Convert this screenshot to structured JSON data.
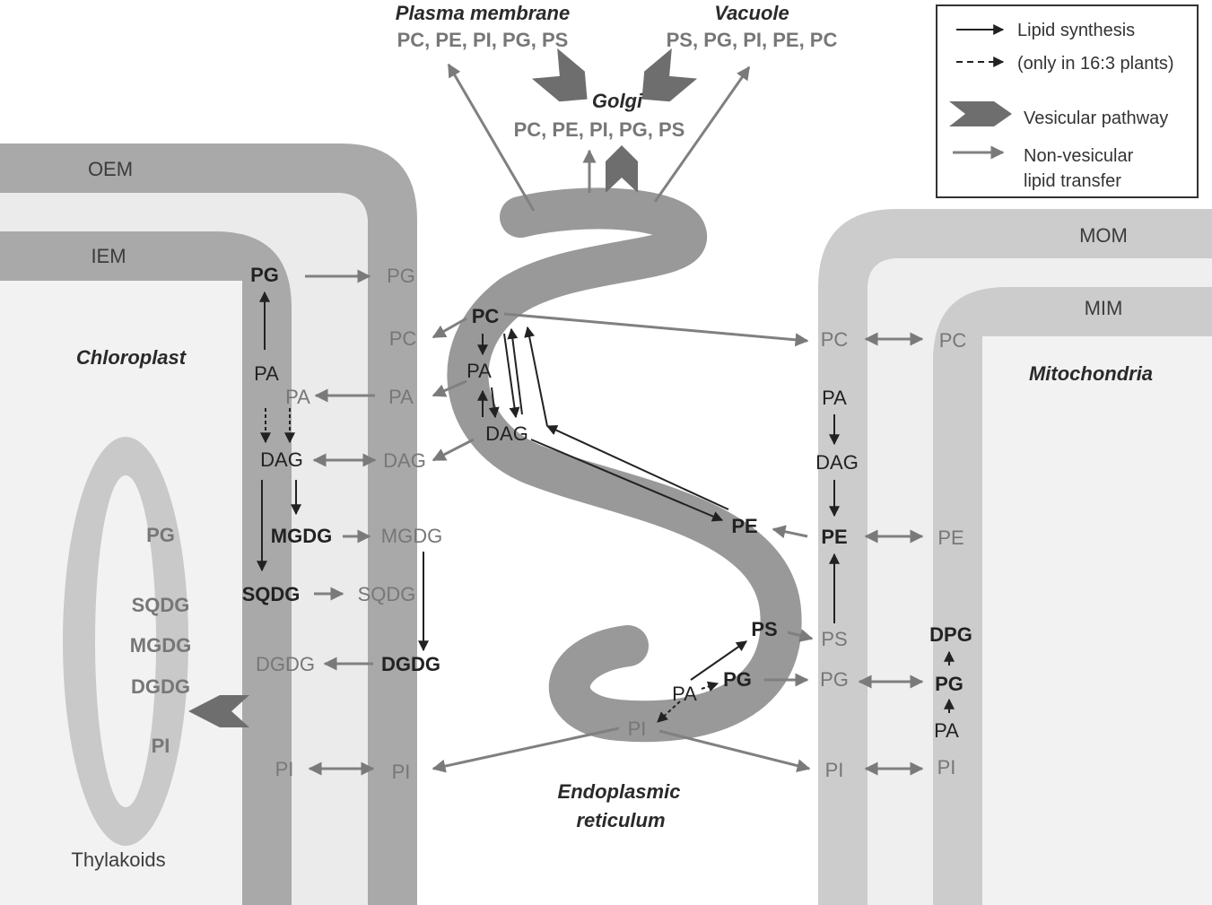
{
  "colors": {
    "membrane_dark": "#a9a9a9",
    "membrane_light": "#c9c9c9",
    "er_membrane": "#999999",
    "compartment_fill": "#f2f2f2",
    "synthesis_arrow": "#222222",
    "transfer_arrow": "#808080",
    "vesicle": "#6e6e6e"
  },
  "compartments": {
    "plasma_membrane": {
      "title": "Plasma membrane",
      "lipids": "PC, PE, PI, PG, PS"
    },
    "vacuole": {
      "title": "Vacuole",
      "lipids": "PS, PG, PI, PE, PC"
    },
    "golgi": {
      "title": "Golgi",
      "lipids": "PC, PE, PI, PG, PS"
    },
    "chloroplast": {
      "title": "Chloroplast",
      "outer_membrane": "OEM",
      "inner_membrane": "IEM",
      "thylakoids": "Thylakoids"
    },
    "er": {
      "line1": "Endoplasmic",
      "line2": "reticulum"
    },
    "mitochondria": {
      "title": "Mitochondria",
      "outer_membrane": "MOM",
      "inner_membrane": "MIM"
    }
  },
  "legend": {
    "synthesis": "Lipid synthesis",
    "synthesis_16_3": "(only in 16:3 plants)",
    "vesicular": "Vesicular pathway",
    "nonvesicular_line1": "Non-vesicular",
    "nonvesicular_line2": "lipid transfer"
  },
  "lipids": {
    "thylakoid": [
      "PG",
      "SQDG",
      "MGDG",
      "DGDG",
      "PI"
    ],
    "iem": {
      "pg": "PG",
      "pa": "PA",
      "dag": "DAG",
      "mgdg": "MGDG",
      "sqdg": "SQDG",
      "dgdg": "DGDG",
      "pi": "PI",
      "pa_import": "PA"
    },
    "oem": {
      "pg": "PG",
      "pc": "PC",
      "pa": "PA",
      "dag": "DAG",
      "mgdg": "MGDG",
      "sqdg": "SQDG",
      "dgdg": "DGDG",
      "pi": "PI"
    },
    "er": {
      "pc": "PC",
      "pa": "PA",
      "dag": "DAG",
      "pe": "PE",
      "ps": "PS",
      "pg": "PG",
      "pa2": "PA",
      "pi": "PI"
    },
    "mom": {
      "pc": "PC",
      "pa": "PA",
      "dag": "DAG",
      "pe": "PE",
      "ps": "PS",
      "pg": "PG",
      "pi": "PI"
    },
    "mim": {
      "pc": "PC",
      "pe": "PE",
      "dpg": "DPG",
      "pg": "PG",
      "pa": "PA",
      "pi": "PI"
    }
  }
}
